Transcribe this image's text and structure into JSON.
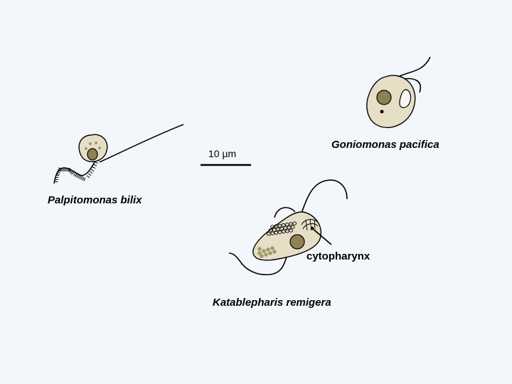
{
  "organisms": {
    "palpitomonas": {
      "name": "Palpitomonas bilix"
    },
    "goniomonas": {
      "name": "Goniomonas pacifica"
    },
    "katablepharis": {
      "name": "Katablepharis remigera",
      "structure_label": "cytopharynx"
    }
  },
  "scale_bar": {
    "label": "10 µm"
  },
  "colors": {
    "background": "#f3f6fb",
    "cell_fill": "#e6dfc6",
    "nucleus": "#8e8152",
    "granule": "#a39a6c",
    "outline": "#000000"
  }
}
